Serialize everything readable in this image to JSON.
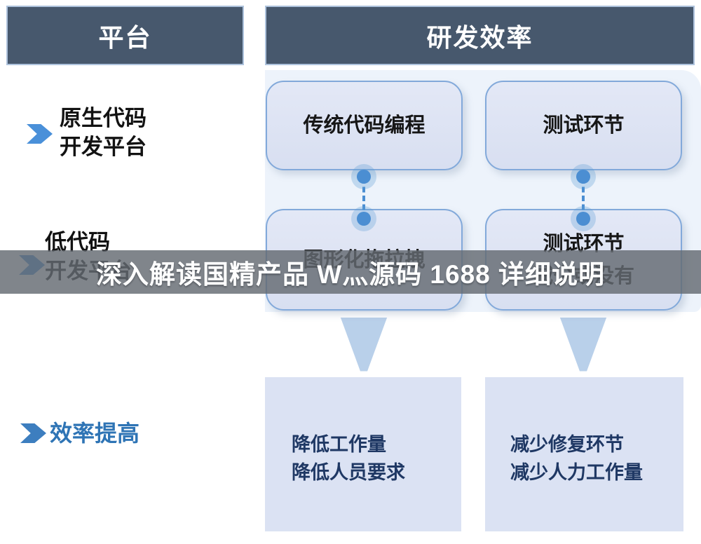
{
  "headers": {
    "platform": "平台",
    "efficiency": "研发效率"
  },
  "sidebar_labels": {
    "native": {
      "line1": "原生代码",
      "line2": "开发平台"
    },
    "lowcode": {
      "line1": "低代码",
      "line2": "开发平台"
    },
    "efficiency_gain": "效率提高"
  },
  "flow": {
    "traditional_coding": "传统代码编程",
    "test_phase_top": "测试环节",
    "graphical_drag": "图形化拖拉拽",
    "test_phase_bottom": {
      "line1": "测试环节",
      "line2": "减少或没有"
    },
    "result_left": {
      "line1": "降低工作量",
      "line2": "降低人员要求"
    },
    "result_right": {
      "line1": "减少修复环节",
      "line2": "减少人力工作量"
    }
  },
  "watermark": "深入解读国精产品 W灬源码 1688 详细说明",
  "icons": {
    "chevron": "chevron-right-icon",
    "connector_dot": "connector-dot-icon",
    "down_arrow": "down-arrow-icon"
  },
  "colors": {
    "header_bg": "#47586d",
    "header_border": "#aec3dd",
    "panel_bg": "#edf3fb",
    "box_fill": "#dde3f3",
    "box_border": "#82a9da",
    "connector_blue": "#4b8ed2",
    "chevron_blue": "#4a90d9",
    "efficiency_text_blue": "#2e74b5",
    "triangle_blue": "#b9d0ea",
    "result_box_fill": "#dbe2f3",
    "result_text": "#1f3864",
    "watermark_bg": "rgba(100,106,114,0.82)",
    "watermark_text": "#ffffff"
  }
}
